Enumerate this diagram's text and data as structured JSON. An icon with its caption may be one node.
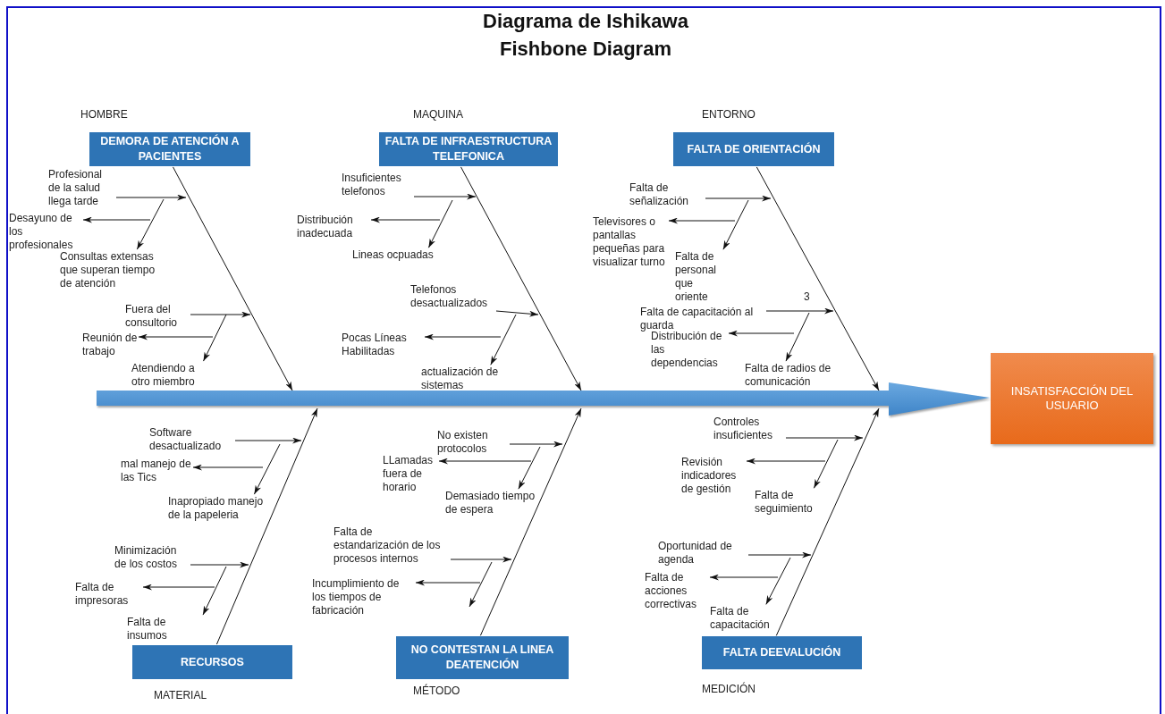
{
  "diagram": {
    "title": "Diagrama de Ishikawa Fishbone Diagram",
    "nodes": [
      {
        "text": [
          "DEMORA DE ATENCIÓN A PACIENTES"
        ],
        "beside": [
          "HOMBRE"
        ]
      },
      {
        "text": [
          "Profesional de la salud llega tarde"
        ]
      },
      {
        "text": [
          "Desayuno de los profesionales"
        ]
      },
      {
        "text": [
          "Consultas extensas que superan tiempo de atención"
        ]
      },
      {
        "text": [
          "Fuera del consultorio"
        ]
      },
      {
        "text": [
          "Reunión de trabajo"
        ]
      },
      {
        "text": [
          "Atendiendo a otro miembro"
        ]
      },
      {
        "text": [
          "FALTA DE INFRAESTRUCTURA TELEFONICA"
        ],
        "beside": [
          "MAQUINA"
        ]
      },
      {
        "text": [
          "Insuficientes telefonos"
        ]
      },
      {
        "text": [
          "Distribución inadecuada"
        ]
      },
      {
        "text": [
          "Lineas ocpuadas"
        ]
      },
      {
        "text": [
          "Telefonos desactualizados"
        ]
      },
      {
        "text": [
          "Pocas Líneas Habilitadas"
        ]
      },
      {
        "text": [
          "actualización de sistemas"
        ]
      },
      {
        "text": [
          "FALTA DE ORIENTACIÓN"
        ],
        "beside": [
          "ENTORNO"
        ]
      },
      {
        "text": [
          "Falta de señalización"
        ]
      },
      {
        "text": [
          "Televisores o pantallas pequeñas para visualizar turno"
        ]
      },
      {
        "text": [
          "Falta de personal que oriente"
        ]
      },
      {
        "text": [
          "Falta de capacitación al guarda"
        ]
      },
      {
        "text": [
          "Distribución de las dependencias"
        ]
      },
      {
        "text": [
          "Falta de radios de comunicación"
        ]
      },
      {
        "text": [
          "RECURSOS"
        ],
        "beside": [
          "MATERIAL"
        ]
      },
      {
        "text": [
          "Software desactualizado"
        ]
      },
      {
        "text": [
          "mal manejo de las Tics"
        ]
      },
      {
        "text": [
          "Inapropiado manejo de la papeleria"
        ]
      },
      {
        "text": [
          "Minimización de los costos"
        ]
      },
      {
        "text": [
          "Falta de impresoras"
        ]
      },
      {
        "text": [
          "Falta de insumos"
        ]
      },
      {
        "text": [
          "NO CONTESTAN LA LINEA DEATENCIÓN"
        ],
        "beside": [
          "MÉTODO"
        ]
      },
      {
        "text": [
          "No existen protocolos"
        ]
      },
      {
        "text": [
          "LLamadas fuera de horario"
        ]
      },
      {
        "text": [
          "Demasiado tiempo de espera"
        ]
      },
      {
        "text": [
          "Falta de estandarización de los procesos internos"
        ]
      },
      {
        "text": [
          "Incumplimiento de los tiempos de fabricación"
        ]
      },
      {
        "text": [
          "FALTA DEEVALUCIÓN"
        ],
        "beside": [
          "MEDICIÓN"
        ]
      },
      {
        "text": [
          "Controles insuficientes"
        ]
      },
      {
        "text": [
          "Revisión indicadores de gestión"
        ]
      },
      {
        "text": [
          "Falta de seguimiento"
        ]
      },
      {
        "text": [
          "Oportunidad de agenda"
        ]
      },
      {
        "text": [
          "Falta de acciones correctivas"
        ]
      },
      {
        "text": [
          "Falta de capacitación"
        ]
      },
      {
        "text": [
          "INSATISFACCIÓN DEL USUARIO"
        ]
      }
    ],
    "edges": [
      {
        "from": null,
        "to": 41,
        "arrow": "to"
      },
      {
        "from": 0,
        "to": null,
        "arrow": "to"
      },
      {
        "from": 7,
        "to": null,
        "arrow": "to"
      },
      {
        "from": 14,
        "to": null,
        "arrow": "to"
      },
      {
        "from": 21,
        "to": null,
        "arrow": "to"
      },
      {
        "from": 28,
        "to": null,
        "arrow": "to"
      },
      {
        "from": 34,
        "to": null,
        "arrow": "to"
      },
      {
        "from": 1,
        "to": null,
        "arrow": "to"
      },
      {
        "from": null,
        "to": 2,
        "arrow": "to"
      },
      {
        "from": null,
        "to": 3,
        "arrow": "to"
      },
      {
        "from": 4,
        "to": null,
        "arrow": "to"
      },
      {
        "from": null,
        "to": 5,
        "arrow": "to"
      },
      {
        "from": null,
        "to": 6,
        "arrow": "to"
      },
      {
        "from": 8,
        "to": null,
        "arrow": "to"
      },
      {
        "from": null,
        "to": 9,
        "arrow": "to"
      },
      {
        "from": null,
        "to": 10,
        "arrow": "to"
      },
      {
        "from": 11,
        "to": null,
        "arrow": "to"
      },
      {
        "from": null,
        "to": 12,
        "arrow": "to"
      },
      {
        "from": null,
        "to": 13,
        "arrow": "to"
      },
      {
        "from": 15,
        "to": null,
        "arrow": "to"
      },
      {
        "from": null,
        "to": 16,
        "arrow": "to"
      },
      {
        "from": null,
        "to": 17,
        "arrow": "to"
      },
      {
        "from": 18,
        "to": null,
        "arrow": "to"
      },
      {
        "from": null,
        "to": 19,
        "arrow": "to"
      },
      {
        "from": null,
        "to": 20,
        "arrow": "to"
      },
      {
        "from": 22,
        "to": null,
        "arrow": "to"
      },
      {
        "from": null,
        "to": 23,
        "arrow": "to"
      },
      {
        "from": null,
        "to": 24,
        "arrow": "to"
      },
      {
        "from": 25,
        "to": null,
        "arrow": "to"
      },
      {
        "from": null,
        "to": 26,
        "arrow": "to"
      },
      {
        "from": null,
        "to": 27,
        "arrow": "to"
      },
      {
        "from": 29,
        "to": null,
        "arrow": "to"
      },
      {
        "from": null,
        "to": 30,
        "arrow": "to"
      },
      {
        "from": null,
        "to": 31,
        "arrow": "to"
      },
      {
        "from": 32,
        "to": null,
        "arrow": "to"
      },
      {
        "from": null,
        "to": 33,
        "arrow": "to"
      },
      {
        "from": 35,
        "to": null,
        "arrow": "to"
      },
      {
        "from": null,
        "to": 36,
        "arrow": "to"
      },
      {
        "from": null,
        "to": 37,
        "arrow": "to"
      },
      {
        "from": 38,
        "to": null,
        "arrow": "to"
      },
      {
        "from": null,
        "to": 39,
        "arrow": "to"
      },
      {
        "from": null,
        "to": 40,
        "arrow": "to"
      }
    ],
    "labels": [
      "3"
    ]
  }
}
